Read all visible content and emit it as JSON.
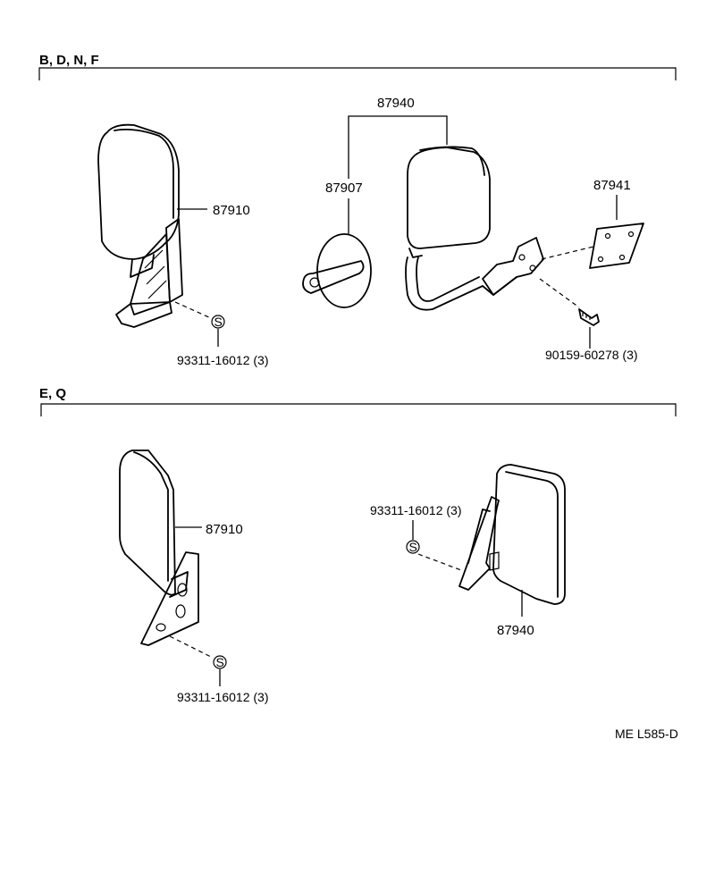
{
  "sections": [
    {
      "title": "B, D, N, F"
    },
    {
      "title": "E, Q"
    }
  ],
  "parts": {
    "mirror_87910_top": "87910",
    "mirror_87940_group": "87940",
    "mirror_87907": "87907",
    "bracket_87941": "87941",
    "screw_top_left": "93311-16012 (3)",
    "bolt_top_right": "90159-60278 (3)",
    "mirror_87910_bottom": "87910",
    "screw_bottom_left": "93311-16012 (3)",
    "screw_bottom_right": "93311-16012 (3)",
    "mirror_87940_bottom": "87940"
  },
  "screw_symbol": "S",
  "footer_code": "ME L585-D"
}
